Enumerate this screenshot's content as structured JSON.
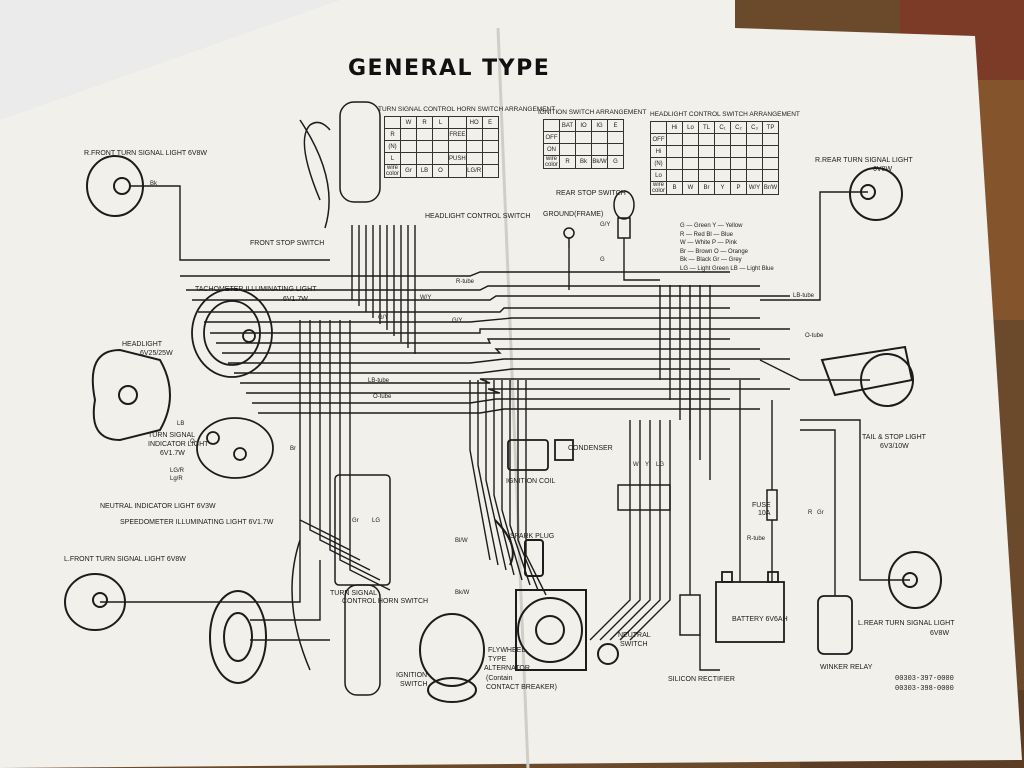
{
  "title": "GENERAL TYPE",
  "switch_tables": {
    "turn_horn": {
      "title": "TURN SIGNAL CONTROL HORN SWITCH ARRANGEMENT",
      "header": [
        "",
        "W",
        "R",
        "L",
        "",
        "HO",
        "E"
      ],
      "rows": [
        [
          "R",
          "",
          "",
          "",
          "FREE",
          "",
          ""
        ],
        [
          "(N)",
          "",
          "",
          "",
          "",
          "",
          ""
        ],
        [
          "L",
          "",
          "",
          "",
          "PUSH",
          "",
          ""
        ],
        [
          "wire color",
          "Gr",
          "LB",
          "O",
          "",
          "LG/R",
          ""
        ]
      ]
    },
    "ignition": {
      "title": "IGNITION SWITCH ARRANGEMENT",
      "header": [
        "",
        "BAT",
        "IO",
        "IG",
        "E"
      ],
      "rows": [
        [
          "OFF",
          "",
          "",
          "",
          ""
        ],
        [
          "ON",
          "",
          "",
          "",
          ""
        ],
        [
          "wire color",
          "R",
          "Bk",
          "Bk/W",
          "G"
        ]
      ]
    },
    "headlight": {
      "title": "HEADLIGHT CONTROL SWITCH ARRANGEMENT",
      "header": [
        "",
        "Hi",
        "Lo",
        "TL",
        "C₁",
        "C₂",
        "C₃",
        "TP"
      ],
      "rows": [
        [
          "OFF",
          "",
          "",
          "",
          "",
          "",
          "",
          ""
        ],
        [
          "Hi",
          "",
          "",
          "",
          "",
          "",
          "",
          ""
        ],
        [
          "(N)",
          "",
          "",
          "",
          "",
          "",
          "",
          ""
        ],
        [
          "Lo",
          "",
          "",
          "",
          "",
          "",
          "",
          ""
        ],
        [
          "wire color",
          "B",
          "W",
          "Br",
          "Y",
          "P",
          "W/Y",
          "Br/W"
        ]
      ]
    }
  },
  "color_legend": [
    [
      "G — Green",
      "Y — Yellow"
    ],
    [
      "R — Red",
      "Bl — Blue"
    ],
    [
      "W — White",
      "P — Pink"
    ],
    [
      "Br — Brown",
      "O — Orange"
    ],
    [
      "Bk — Black",
      "Gr — Grey"
    ],
    [
      "LG — Light Green",
      "LB — Light Blue"
    ]
  ],
  "components": {
    "r_front_turn": "R.FRONT TURN SIGNAL LIGHT 6V8W",
    "front_stop_switch": "FRONT STOP SWITCH",
    "headlight_control_switch": "HEADLIGHT CONTROL SWITCH",
    "tachometer_light": "TACHOMETER ILLUMINATING LIGHT",
    "tachometer_rating": "6V1.7W",
    "headlight": "HEADLIGHT",
    "headlight_rating": "6V25/25W",
    "turn_indicator": "TURN SIGNAL",
    "turn_indicator_2": "INDICATOR LIGHT",
    "turn_indicator_rating": "6V1.7W",
    "neutral_indicator": "NEUTRAL INDICATOR LIGHT 6V3W",
    "speedometer_light": "SPEEDOMETER ILLUMINATING LIGHT 6V1.7W",
    "l_front_turn": "L.FRONT TURN SIGNAL LIGHT 6V8W",
    "turn_horn_switch_1": "TURN SIGNAL",
    "turn_horn_switch_2": "CONTROL HORN SWITCH",
    "ignition_switch_1": "IGNITION",
    "ignition_switch_2": "SWITCH",
    "spark_plug": "SPARK PLUG",
    "ignition_coil": "IGNITION COIL",
    "condenser": "CONDENSER",
    "flywheel_1": "FLYWHEEL",
    "flywheel_2": "TYPE",
    "flywheel_3": "ALTERNATOR",
    "flywheel_4": "(Contain",
    "flywheel_5": "CONTACT BREAKER)",
    "neutral_switch_1": "NEUTRAL",
    "neutral_switch_2": "SWITCH",
    "silicon_rectifier": "SILICON RECTIFIER",
    "battery": "BATTERY 6V6AH",
    "fuse": "FUSE",
    "fuse_rating": "10A",
    "winker_relay": "WINKER RELAY",
    "l_rear_turn": "L.REAR TURN SIGNAL LIGHT",
    "l_rear_turn_rating": "6V8W",
    "tail_stop": "TAIL & STOP LIGHT",
    "tail_stop_rating": "6V3/10W",
    "r_rear_turn": "R.REAR TURN SIGNAL LIGHT",
    "r_rear_turn_rating": "6V8W",
    "rear_stop_switch": "REAR STOP SWITCH",
    "ground_frame": "GROUND(FRAME)"
  },
  "tube_labels": {
    "r_tube": "R-tube",
    "lb_tube_right": "LB-tube",
    "o_tube_right": "O-tube",
    "lb_tube_left": "LB-tube",
    "o_tube_left": "O-tube",
    "r_tube_bottom": "R-tube"
  },
  "wire_labels": [
    "Bk",
    "W/Y",
    "G/Y",
    "G/Y",
    "Br",
    "LB",
    "O",
    "LG/R",
    "LG",
    "Gr",
    "Bl/W",
    "Bk/W",
    "W",
    "Y",
    "LG",
    "R",
    "G",
    "G/Y",
    "Lg/R",
    "Gr"
  ],
  "part_numbers": [
    "00303-397-0000",
    "00303-398-0000"
  ],
  "colors": {
    "paper": "#f1f0ea",
    "ink": "#1c1c1c",
    "table_surface": "#6b4a2c"
  }
}
